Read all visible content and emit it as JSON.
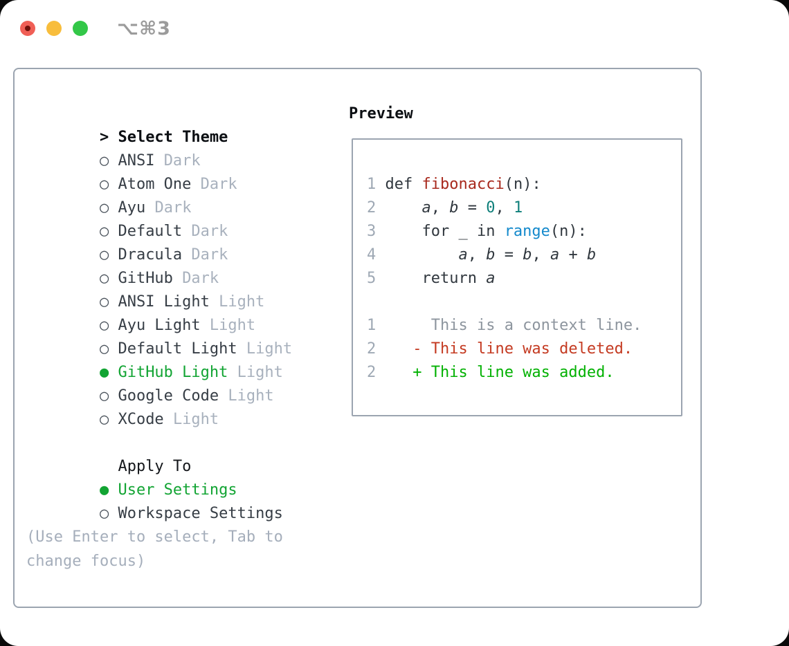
{
  "window": {
    "title": "⌥⌘3"
  },
  "colors": {
    "selected_green": "#12a433",
    "added_green": "#02b102",
    "deleted_red": "#c43a21",
    "context_gray": "#8d959e",
    "function_red": "#a8291d",
    "number_teal": "#0e7f7a",
    "builtin_blue": "#1489cc",
    "line_number_gray": "#9ea8b4",
    "traffic_red": "#f05f56",
    "traffic_yellow": "#f8bd3c",
    "traffic_green": "#33c748"
  },
  "theme_panel": {
    "prompt": ">",
    "title": "Select Theme",
    "themes": [
      {
        "name": "ANSI",
        "variant": "Dark",
        "selected": false
      },
      {
        "name": "Atom One",
        "variant": "Dark",
        "selected": false
      },
      {
        "name": "Ayu",
        "variant": "Dark",
        "selected": false
      },
      {
        "name": "Default",
        "variant": "Dark",
        "selected": false
      },
      {
        "name": "Dracula",
        "variant": "Dark",
        "selected": false
      },
      {
        "name": "GitHub",
        "variant": "Dark",
        "selected": false
      },
      {
        "name": "ANSI Light",
        "variant": "Light",
        "selected": false
      },
      {
        "name": "Ayu Light",
        "variant": "Light",
        "selected": false
      },
      {
        "name": "Default Light",
        "variant": "Light",
        "selected": false
      },
      {
        "name": "GitHub Light",
        "variant": "Light",
        "selected": true
      },
      {
        "name": "Google Code",
        "variant": "Light",
        "selected": false
      },
      {
        "name": "XCode",
        "variant": "Light",
        "selected": false
      }
    ],
    "apply_to": {
      "title": "Apply To",
      "options": [
        {
          "name": "User Settings",
          "selected": true
        },
        {
          "name": "Workspace Settings",
          "selected": false
        }
      ]
    },
    "hint": "(Use Enter to select, Tab to change focus)"
  },
  "preview": {
    "title": "Preview",
    "code_lines": [
      {
        "num": "1",
        "tokens": [
          {
            "t": "def ",
            "c": "text"
          },
          {
            "t": "fibonacci",
            "c": "func"
          },
          {
            "t": "(n):",
            "c": "text"
          }
        ]
      },
      {
        "num": "2",
        "tokens": [
          {
            "t": "    ",
            "c": "text"
          },
          {
            "t": "a",
            "c": "var"
          },
          {
            "t": ", ",
            "c": "text"
          },
          {
            "t": "b",
            "c": "var"
          },
          {
            "t": " = ",
            "c": "text"
          },
          {
            "t": "0",
            "c": "num"
          },
          {
            "t": ", ",
            "c": "text"
          },
          {
            "t": "1",
            "c": "num"
          }
        ]
      },
      {
        "num": "3",
        "tokens": [
          {
            "t": "    for _ in ",
            "c": "text"
          },
          {
            "t": "range",
            "c": "call"
          },
          {
            "t": "(n):",
            "c": "text"
          }
        ]
      },
      {
        "num": "4",
        "tokens": [
          {
            "t": "        ",
            "c": "text"
          },
          {
            "t": "a",
            "c": "var"
          },
          {
            "t": ", ",
            "c": "text"
          },
          {
            "t": "b",
            "c": "var"
          },
          {
            "t": " = ",
            "c": "text"
          },
          {
            "t": "b",
            "c": "var"
          },
          {
            "t": ", ",
            "c": "text"
          },
          {
            "t": "a",
            "c": "var"
          },
          {
            "t": " + ",
            "c": "text"
          },
          {
            "t": "b",
            "c": "var"
          }
        ]
      },
      {
        "num": "5",
        "tokens": [
          {
            "t": "    return ",
            "c": "text"
          },
          {
            "t": "a",
            "c": "var"
          }
        ]
      }
    ],
    "diff_lines": [
      {
        "num": "1",
        "sign": " ",
        "text": "This is a context line.",
        "kind": "context"
      },
      {
        "num": "2",
        "sign": "-",
        "text": "This line was deleted.",
        "kind": "deleted"
      },
      {
        "num": "2",
        "sign": "+",
        "text": "This line was added.",
        "kind": "added"
      }
    ]
  }
}
